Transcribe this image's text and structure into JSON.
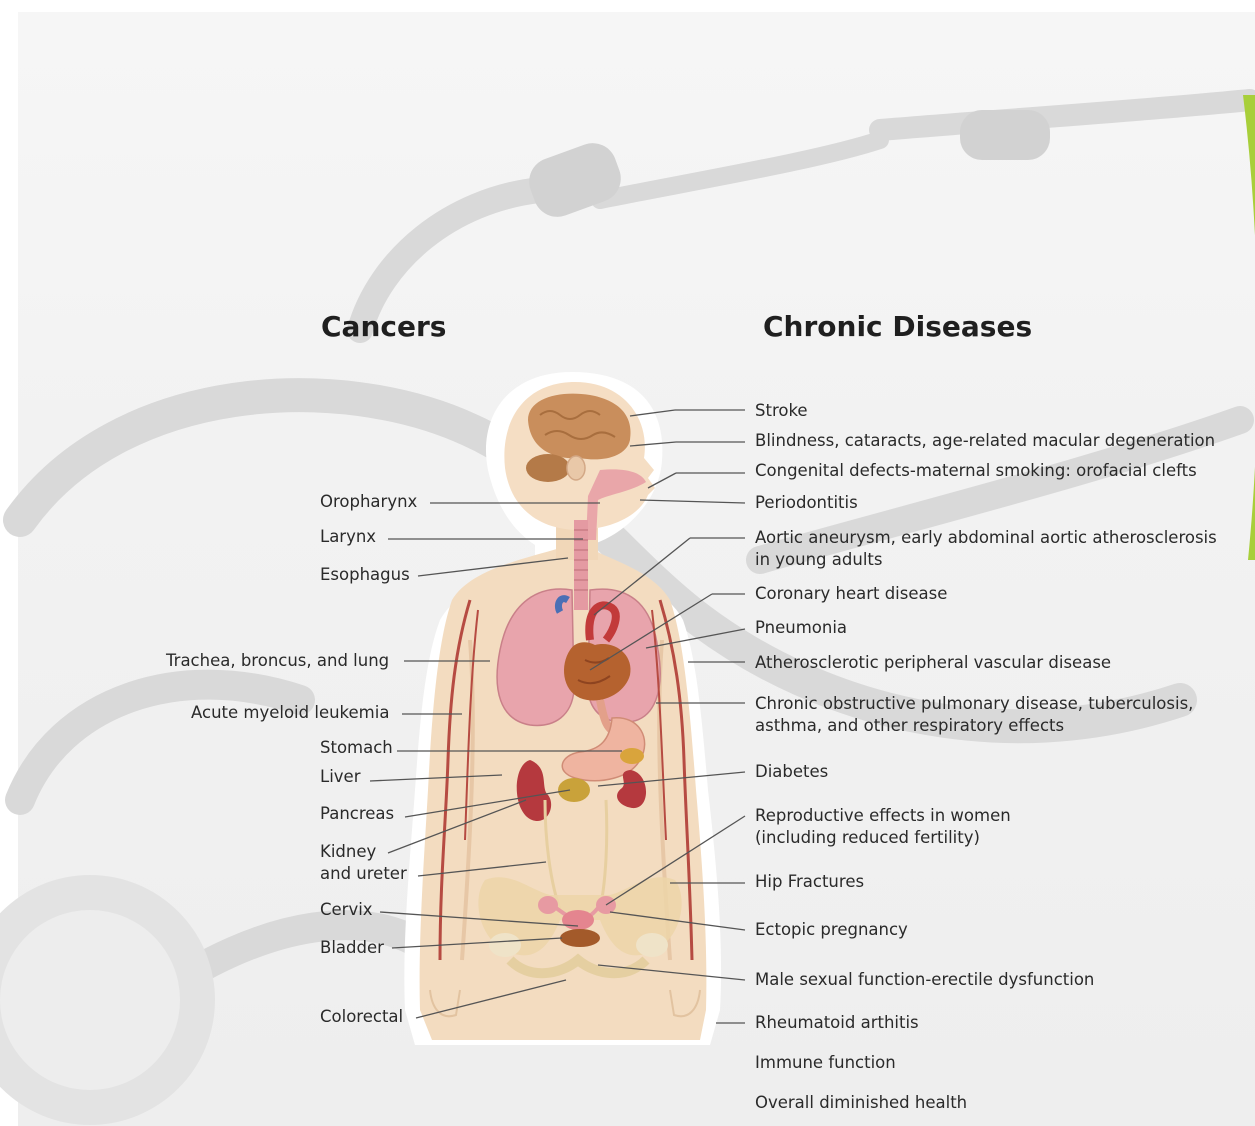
{
  "headings": {
    "cancers": "Cancers",
    "chronic": "Chronic Diseases"
  },
  "cancers": [
    "Oropharynx",
    "Larynx",
    "Esophagus",
    "Trachea, broncus, and lung",
    "Acute myeloid leukemia",
    "Stomach",
    "Liver",
    "Pancreas",
    "Kidney",
    "and ureter",
    "Cervix",
    "Bladder",
    "Colorectal"
  ],
  "chronic": [
    "Stroke",
    "Blindness, cataracts, age-related macular degeneration",
    "Congenital defects-maternal smoking: orofacial clefts",
    "Periodontitis",
    "Aortic aneurysm, early abdominal aortic atherosclerosis",
    "in young adults",
    "Coronary heart disease",
    "Pneumonia",
    "Atherosclerotic peripheral vascular disease",
    "Chronic obstructive pulmonary disease, tuberculosis,",
    "asthma, and other respiratory effects",
    "Diabetes",
    "Reproductive effects in women",
    "(including reduced fertility)",
    "Hip Fractures",
    "Ectopic pregnancy",
    "Male sexual function-erectile dysfunction",
    "Rheumatoid arthitis",
    "Immune function",
    "Overall diminished health"
  ],
  "colors": {
    "background": "#f2f2f2",
    "accent_green": "#a8cf3a",
    "skin": "#f3dcc0",
    "lung": "#e8a0a6",
    "leader_line": "#555555"
  }
}
